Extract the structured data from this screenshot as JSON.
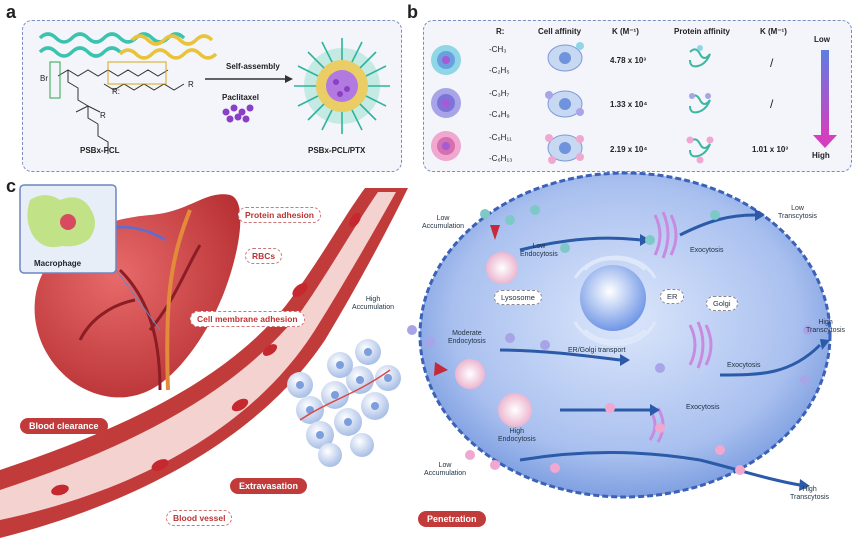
{
  "panels": {
    "a": "a",
    "b": "b",
    "c": "c"
  },
  "panel_a": {
    "self_assembly": "Self-assembly",
    "paclitaxel": "Paclitaxel",
    "polymer": "PSBx-PCL",
    "micelle": "PSBx-PCL/PTX",
    "br": "Br",
    "r_label": "R:",
    "r1": "R",
    "r2": "R"
  },
  "panel_b": {
    "headers": {
      "r": "R:",
      "cell_affinity": "Cell affinity",
      "k1": "K (M⁻¹)",
      "protein_affinity": "Protein affinity",
      "k2": "K (M⁻¹)"
    },
    "rows": [
      {
        "r_top": "-CH₃",
        "r_bottom": "-C₂H₅",
        "k_cell": "4.78 x 10³",
        "k_protein": "/"
      },
      {
        "r_top": "-C₃H₇",
        "r_bottom": "-C₄H₉",
        "k_cell": "1.33 x 10⁴",
        "k_protein": "/"
      },
      {
        "r_top": "-C₅H₁₁",
        "r_bottom": "-C₆H₁₃",
        "k_cell": "2.19 x 10⁴",
        "k_protein": "1.01 x 10³"
      }
    ],
    "arrow_top": "Low",
    "arrow_bottom": "High"
  },
  "panel_c": {
    "macrophage": "Macrophage",
    "protein_adhesion": "Protein adhesion",
    "rbcs": "RBCs",
    "cell_membrane_adhesion": "Cell membrane adhesion",
    "high_accumulation": "High\nAccumulation",
    "blood_clearance": "Blood clearance",
    "extravasation": "Extravasation",
    "blood_vessel": "Blood vessel",
    "penetration": "Penetration",
    "low_accumulation_top": "Low\nAccumulation",
    "low_endocytosis": "Low\nEndocytosis",
    "lysosome": "Lysosome",
    "er": "ER",
    "golgi": "Golgi",
    "exocytosis_top": "Exocytosis",
    "low_transcytosis": "Low\nTranscytosis",
    "moderate_endocytosis": "Moderate\nEndocytosis",
    "er_golgi_transport": "ER/Golgi transport",
    "exocytosis_mid": "Exocytosis",
    "high_transcytosis_mid": "High\nTranscytosis",
    "high_endocytosis": "High\nEndocytosis",
    "exocytosis_bottom": "Exocytosis",
    "low_accumulation_bottom": "Low\nAccumulation",
    "high_transcytosis_bottom": "High\nTranscytosis"
  },
  "colors": {
    "vessel": "#c23b3b",
    "cell": "#4f7fd0",
    "nanoparticle": "#7fc8c8",
    "arrow": "#2a5aa8",
    "gradient_top": "#4f6fd8",
    "gradient_bottom": "#d43fbf"
  }
}
